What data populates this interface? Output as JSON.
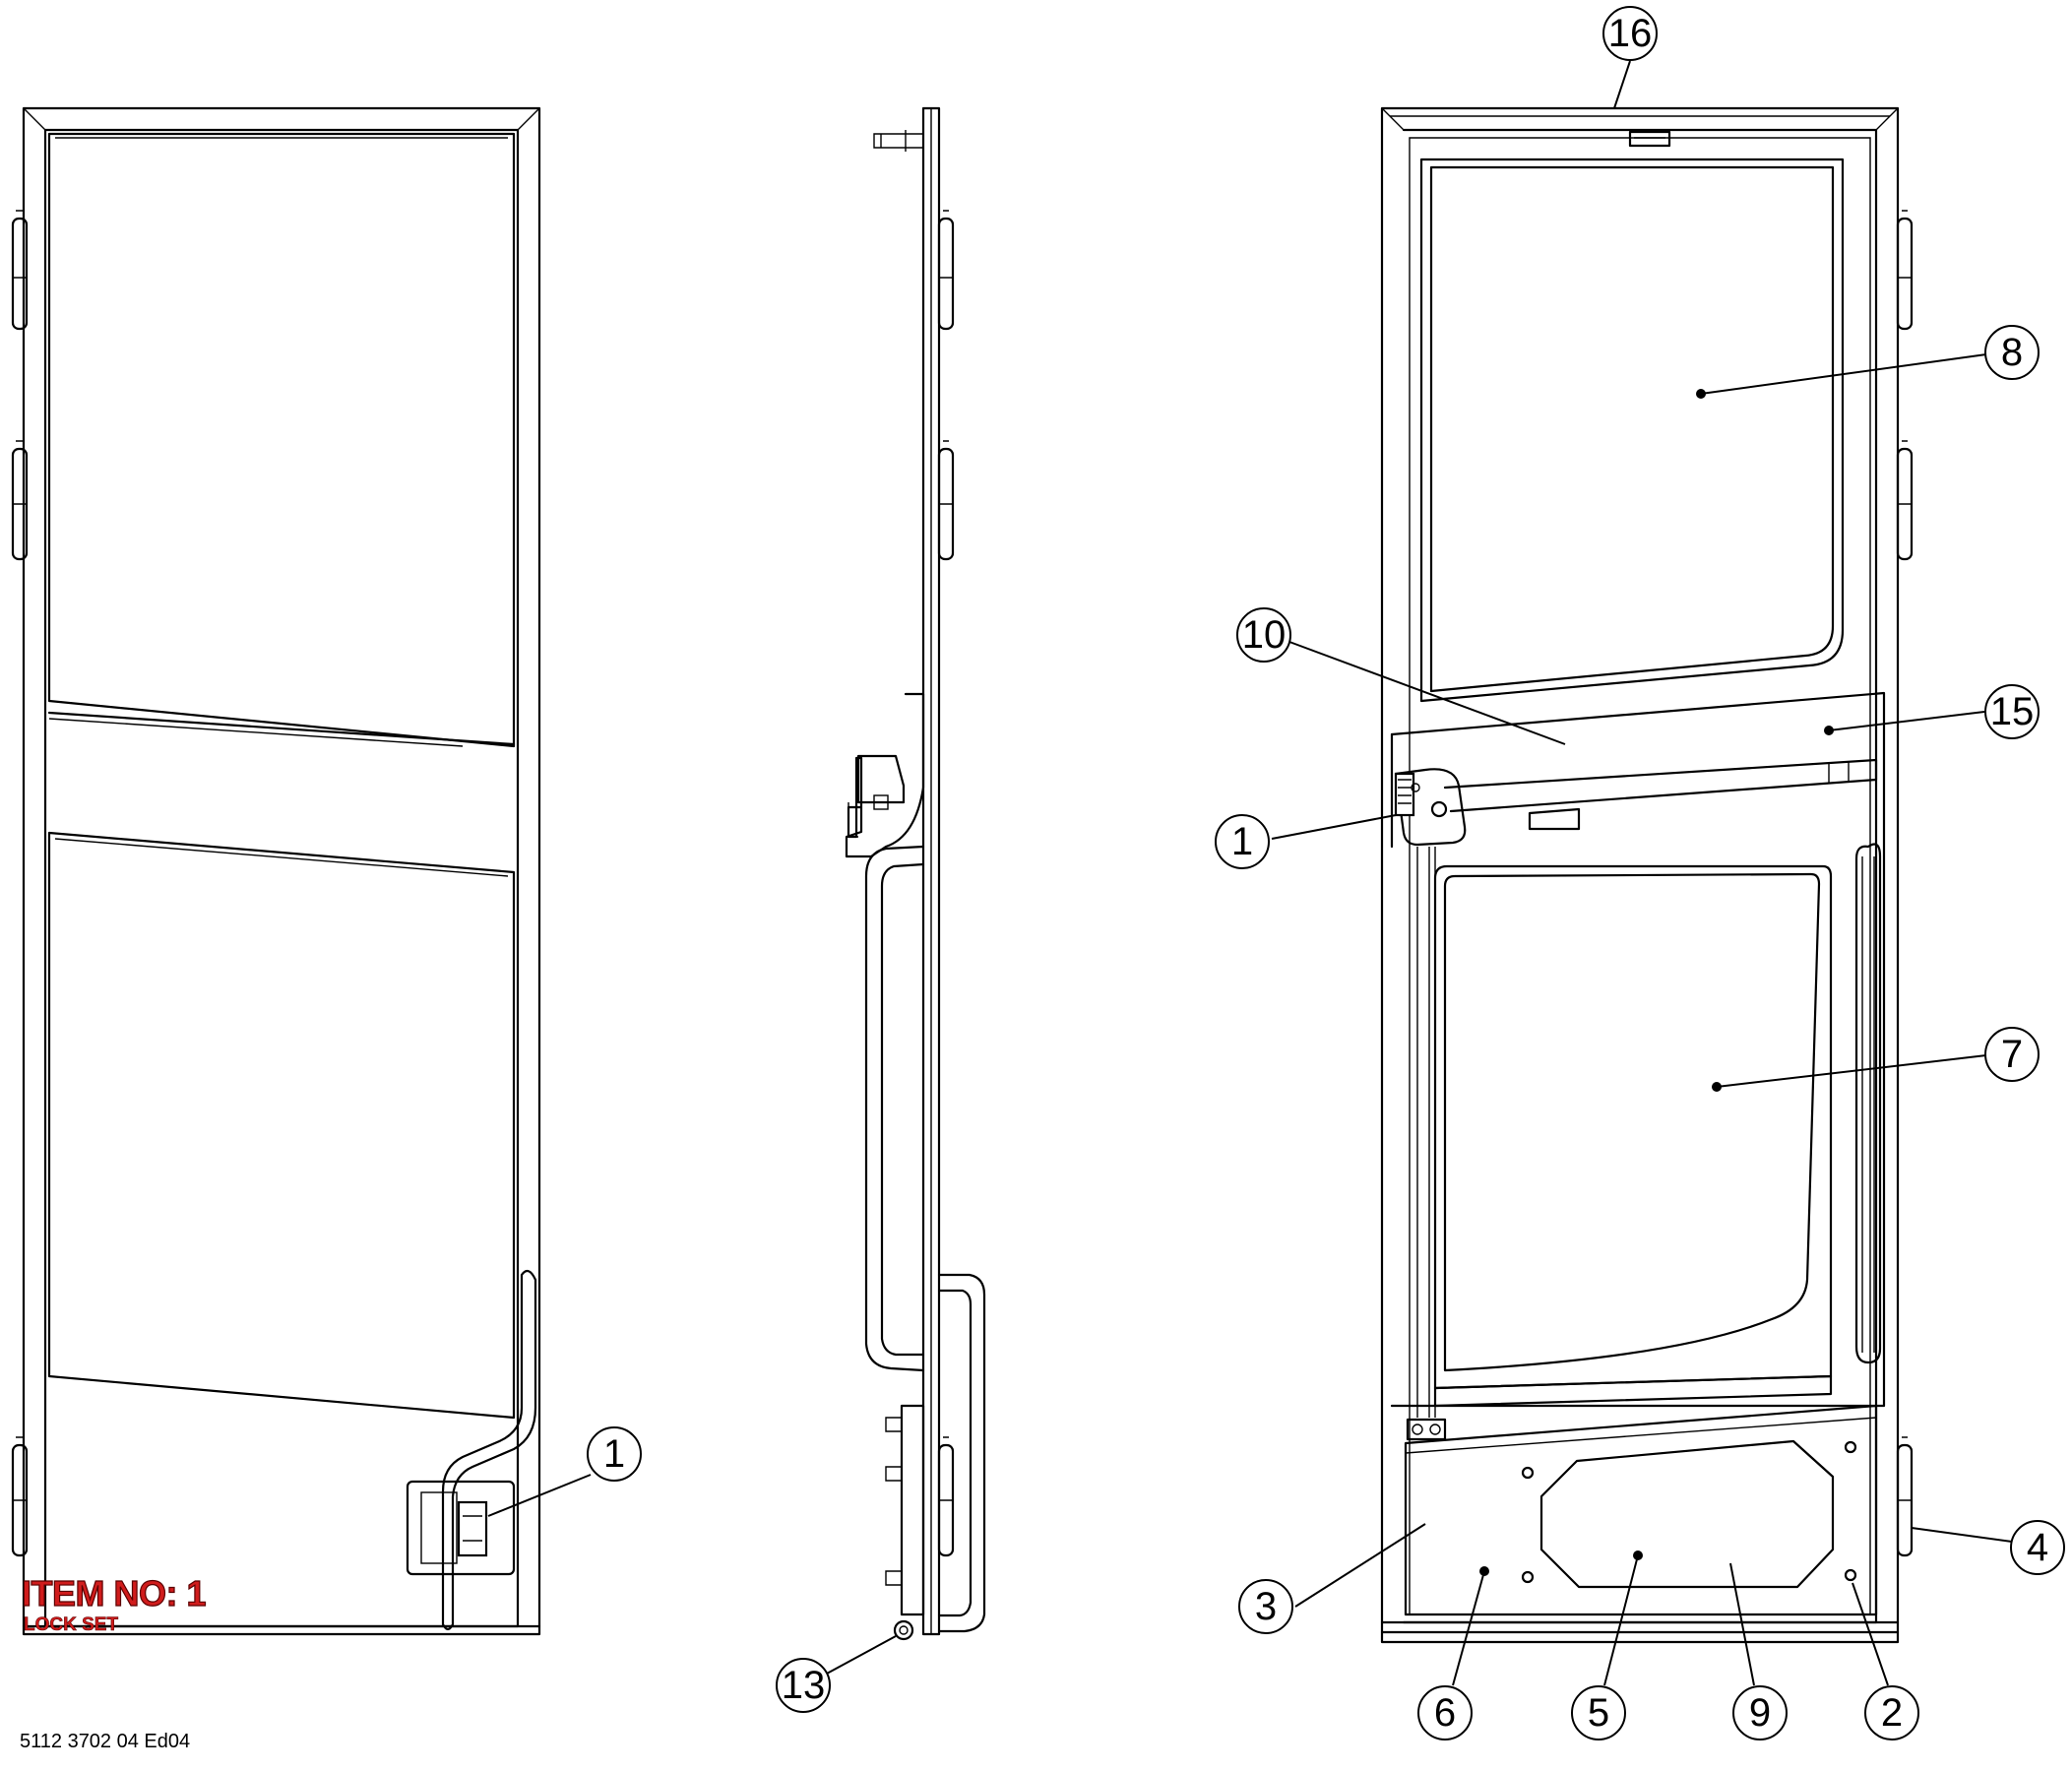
{
  "item_label": "ITEM NO: 1",
  "item_description": "LOCK SET",
  "document_number": "5112 3702 04 Ed04",
  "callouts": {
    "front_1": "1",
    "side_13": "13",
    "rear_16": "16",
    "rear_8": "8",
    "rear_10": "10",
    "rear_15": "15",
    "rear_1": "1",
    "rear_7": "7",
    "rear_4": "4",
    "rear_3": "3",
    "rear_6": "6",
    "rear_5": "5",
    "rear_9": "9",
    "rear_2": "2"
  }
}
